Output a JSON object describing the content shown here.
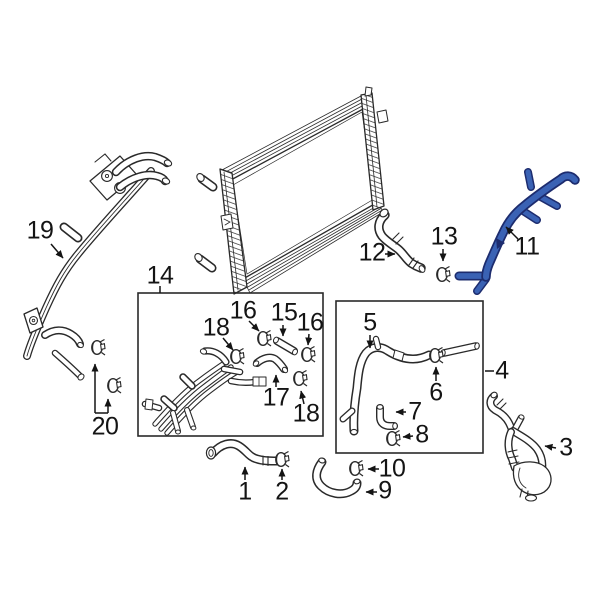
{
  "figure": {
    "type": "exploded-parts-diagram",
    "subject": "Radiator coolant hoses and pipes",
    "background": "#ffffff"
  },
  "colors": {
    "line": "#2a2a2a",
    "label": "#141414",
    "highlight_fill": "#3a62b4",
    "highlight_outline": "#1d2c6e"
  },
  "highlighted_callout": "11",
  "callouts": {
    "c1": "1",
    "c2": "2",
    "c3": "3",
    "c4": "4",
    "c5": "5",
    "c6": "6",
    "c7": "7",
    "c8": "8",
    "c9": "9",
    "c10": "10",
    "c11": "11",
    "c12": "12",
    "c13": "13",
    "c14": "14",
    "c15": "15",
    "c16a": "16",
    "c16b": "16",
    "c17": "17",
    "c18a": "18",
    "c18b": "18",
    "c19": "19",
    "c20": "20"
  }
}
